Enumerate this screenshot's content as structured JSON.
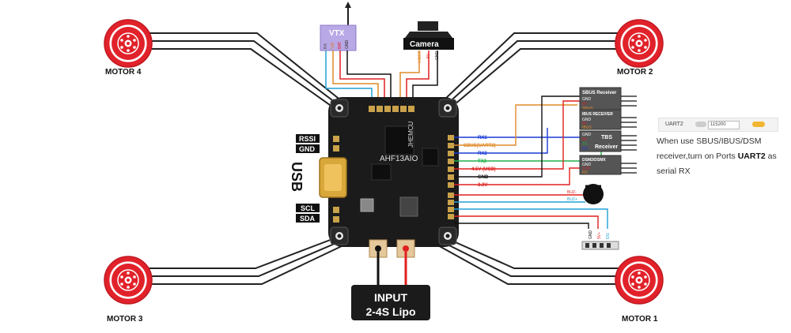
{
  "motors": {
    "m1": "MOTOR 1",
    "m2": "MOTOR 2",
    "m3": "MOTOR 3",
    "m4": "MOTOR 4"
  },
  "vtx": {
    "title": "VTX",
    "pins": [
      "RX",
      "VID",
      "BAT",
      "GND"
    ]
  },
  "camera": {
    "title": "Camera",
    "pins": [
      "VIDEO",
      "5V",
      "GND"
    ]
  },
  "board": {
    "left_labels": [
      "RSSI",
      "GND",
      "SCL",
      "SDA"
    ],
    "usb_label": "USB",
    "chip_text": "AHF13AIO",
    "brand_text": "JHEMCU"
  },
  "input": {
    "line1": "INPUT",
    "line2": "2-4S Lipo"
  },
  "signals": [
    {
      "label": "RX1",
      "color": "#1a3ad6"
    },
    {
      "label": "SBUS(UART2)",
      "color": "#e08a2a"
    },
    {
      "label": "RX2",
      "color": "#1a3ad6"
    },
    {
      "label": "TX2",
      "color": "#22b14c"
    },
    {
      "label": "4.5V (USB)",
      "color": "#e02020"
    },
    {
      "label": "GND",
      "color": "#111111"
    },
    {
      "label": "3.3V",
      "color": "#e02020"
    }
  ],
  "buzzer": {
    "neg": "BUZ-",
    "pos": "BUZ+"
  },
  "led_strip": {
    "pins": [
      "GND",
      "5V+",
      "DI1"
    ]
  },
  "receivers": [
    {
      "title": "SBUS Receiver",
      "pins": [
        "GND",
        "5V",
        "SBUS"
      ]
    },
    {
      "title": "IBUS RECEIVER",
      "pins": [
        "GND",
        "5V",
        "IBUS"
      ]
    },
    {
      "title": "TBS",
      "title2": "Receiver",
      "pins": [
        "GND",
        "5V",
        "TX",
        "RX"
      ]
    },
    {
      "title": "DSM2/DSMX",
      "pins": [
        "GND",
        "3.3V",
        "RX"
      ]
    }
  ],
  "ports_panel": {
    "port": "UART2",
    "baud": "115200"
  },
  "note": {
    "text1": "When use SBUS/IBUS/DSM receiver,turn on Ports ",
    "bold": "UART2",
    "text2": " as serial RX"
  },
  "colors": {
    "motor_red": "#e1222a",
    "board": "#1b1b1b",
    "vtx_purple": "#b9a8e6",
    "wire_red": "#e02020",
    "wire_black": "#111111"
  }
}
